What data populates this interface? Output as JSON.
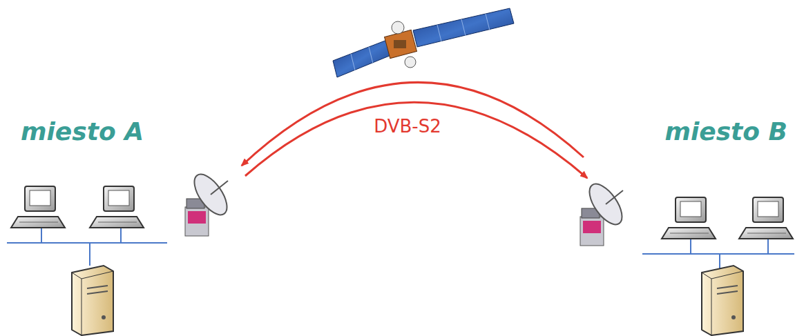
{
  "diagram": {
    "labels": [
      "miesto A",
      "DVB-S2",
      "miesto B"
    ]
  }
}
